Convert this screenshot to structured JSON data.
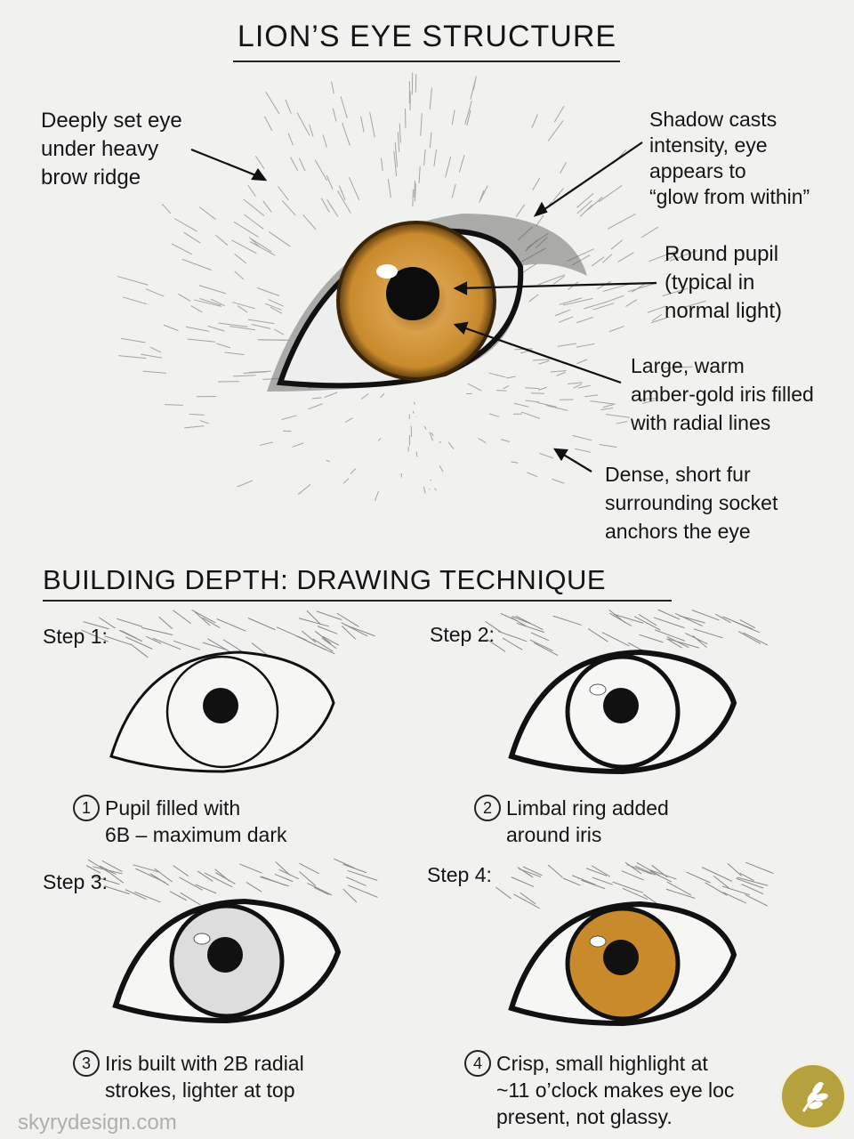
{
  "title": "LION’S EYE STRUCTURE",
  "annotations": {
    "brow": "Deeply set eye\nunder heavy\nbrow ridge",
    "shadow": "Shadow casts\nintensity, eye\nappears to\n“glow from within”",
    "pupil": "Round pupil\n(typical in\nnormal light)",
    "iris": "Large, warm\namber-gold iris filled\nwith radial lines",
    "fur": "Dense, short fur\nsurrounding socket\nanchors the eye"
  },
  "section_heading": "BUILDING DEPTH: DRAWING TECHNIQUE",
  "steps": [
    {
      "label": "Step 1:",
      "number": "1",
      "caption": "Pupil filled with\n6B – maximum dark"
    },
    {
      "label": "Step 2:",
      "number": "2",
      "caption": "Limbal ring added\naround iris"
    },
    {
      "label": "Step 3:",
      "number": "3",
      "caption": "Iris built with 2B radial\nstrokes, lighter at top"
    },
    {
      "label": "Step 4:",
      "number": "4",
      "caption": "Crisp, small highlight at\n~11 o’clock makes eye loc\npresent, not glassy."
    }
  ],
  "watermark": "skyrydesign.com",
  "colors": {
    "iris": "#c98a2c",
    "badge": "#b5a23e",
    "ink": "#151515"
  },
  "badge_icon": "wheat-leaf-icon"
}
